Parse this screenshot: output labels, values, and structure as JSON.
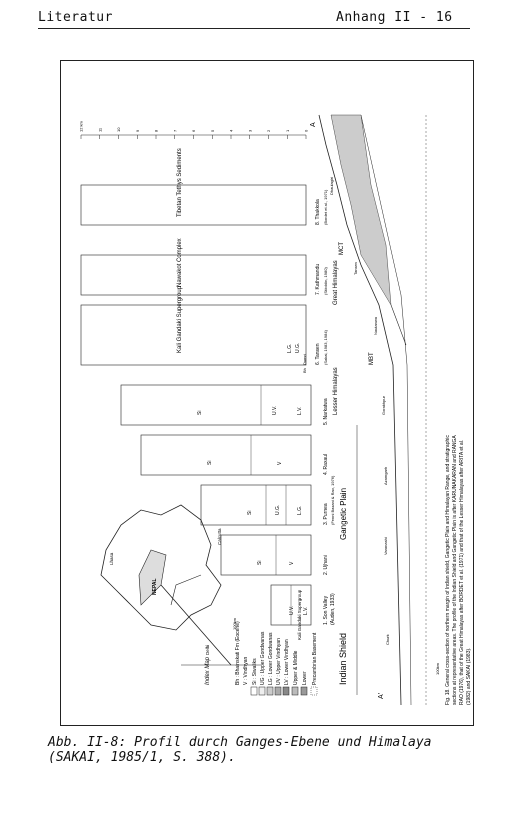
{
  "header": {
    "left": "Literatur",
    "right": "Anhang II - 16"
  },
  "caption": {
    "line1": "Abb. II-8: Profil durch Ganges-Ebene und Himalaya",
    "line2": "(SAKAI, 1985/1, S. 388)."
  },
  "figure": {
    "legend": {
      "title_items": [
        "Bh : Bhainskati Fm (Eocene)",
        "V : Vindhyan",
        "Si : Siwaliks",
        "UG : Upper Gondwanas",
        "LG : Lower Gondwanas",
        "UV : Upper Vindhyan",
        "LV : Lower Vindhyan",
        "Upper & Middle",
        "Lower",
        "Kali Gandaki Supergroup",
        "Precambrian Basement"
      ],
      "index_map": "Index Map",
      "map_labels": [
        "Lhasa",
        "Delhi",
        "Calcutta",
        "NEPAL",
        "100km"
      ]
    },
    "columns": [
      {
        "label": "1. Son Valley",
        "sub": "(Auden, 1933)"
      },
      {
        "label": "2. Ujhani",
        "sub": ""
      },
      {
        "label": "3. Purnea",
        "sub": "(Fenni Baxani & Rao, 1976)"
      },
      {
        "label": "4. Raxaul",
        "sub": ""
      },
      {
        "label": "5. Narkatwa",
        "sub": ""
      },
      {
        "label": "6. Tansen",
        "sub": "(Sakai, 1983, 1984)"
      },
      {
        "label": "7. Kathmandu",
        "sub": "(Stöcklin, 1980)"
      },
      {
        "label": "8. Thakkola",
        "sub": "(Bordet et al., 1971)"
      }
    ],
    "units": {
      "si": "Si",
      "v": "V",
      "ug": "U.G.",
      "lg": "L.G.",
      "uv": "U.V.",
      "lv": "L.V.",
      "nawakot": "Nawakot Complex",
      "kali": "Kali Gandaki Supergroup",
      "tibetan": "Tibetan Tethys Sediments",
      "dumri": "Dumri",
      "bh": "Bh"
    },
    "regions": {
      "shield": "Indian Shield",
      "plain": "Gangetic Plain",
      "lesser": "Lesser Himalayas",
      "great": "Great Himalayas"
    },
    "scale_ticks": [
      "0",
      "1",
      "2",
      "3",
      "4",
      "5",
      "6",
      "7",
      "8",
      "9",
      "10",
      "11",
      "12 km"
    ],
    "section_labels": [
      "Churk",
      "Varanashi",
      "Azamgarh",
      "Gorakhpur",
      "Nautanwa",
      "Tansen",
      "Dhaulagiri"
    ],
    "faults": [
      "MBT",
      "MCT"
    ],
    "ends": [
      "A'",
      "A"
    ],
    "section_scale": "100km",
    "fig_caption": {
      "l1": "Fig. 18.  General cross-section of northern margin of Indian shield, Gangetic Plain and Himalayan Range, and stratigraphic",
      "l2": "sections at representative areas.  The profile of the Indian Shield and Gangetic Plain is after KARUNAKARAN and RANGA",
      "l3": "RAO (1976), that of the Great Himalayas after BORDET et al. (1971) and that of the Lesser Himalayas after ARITA et al.",
      "l4": "(1982) and SAKAI (1983)."
    }
  }
}
